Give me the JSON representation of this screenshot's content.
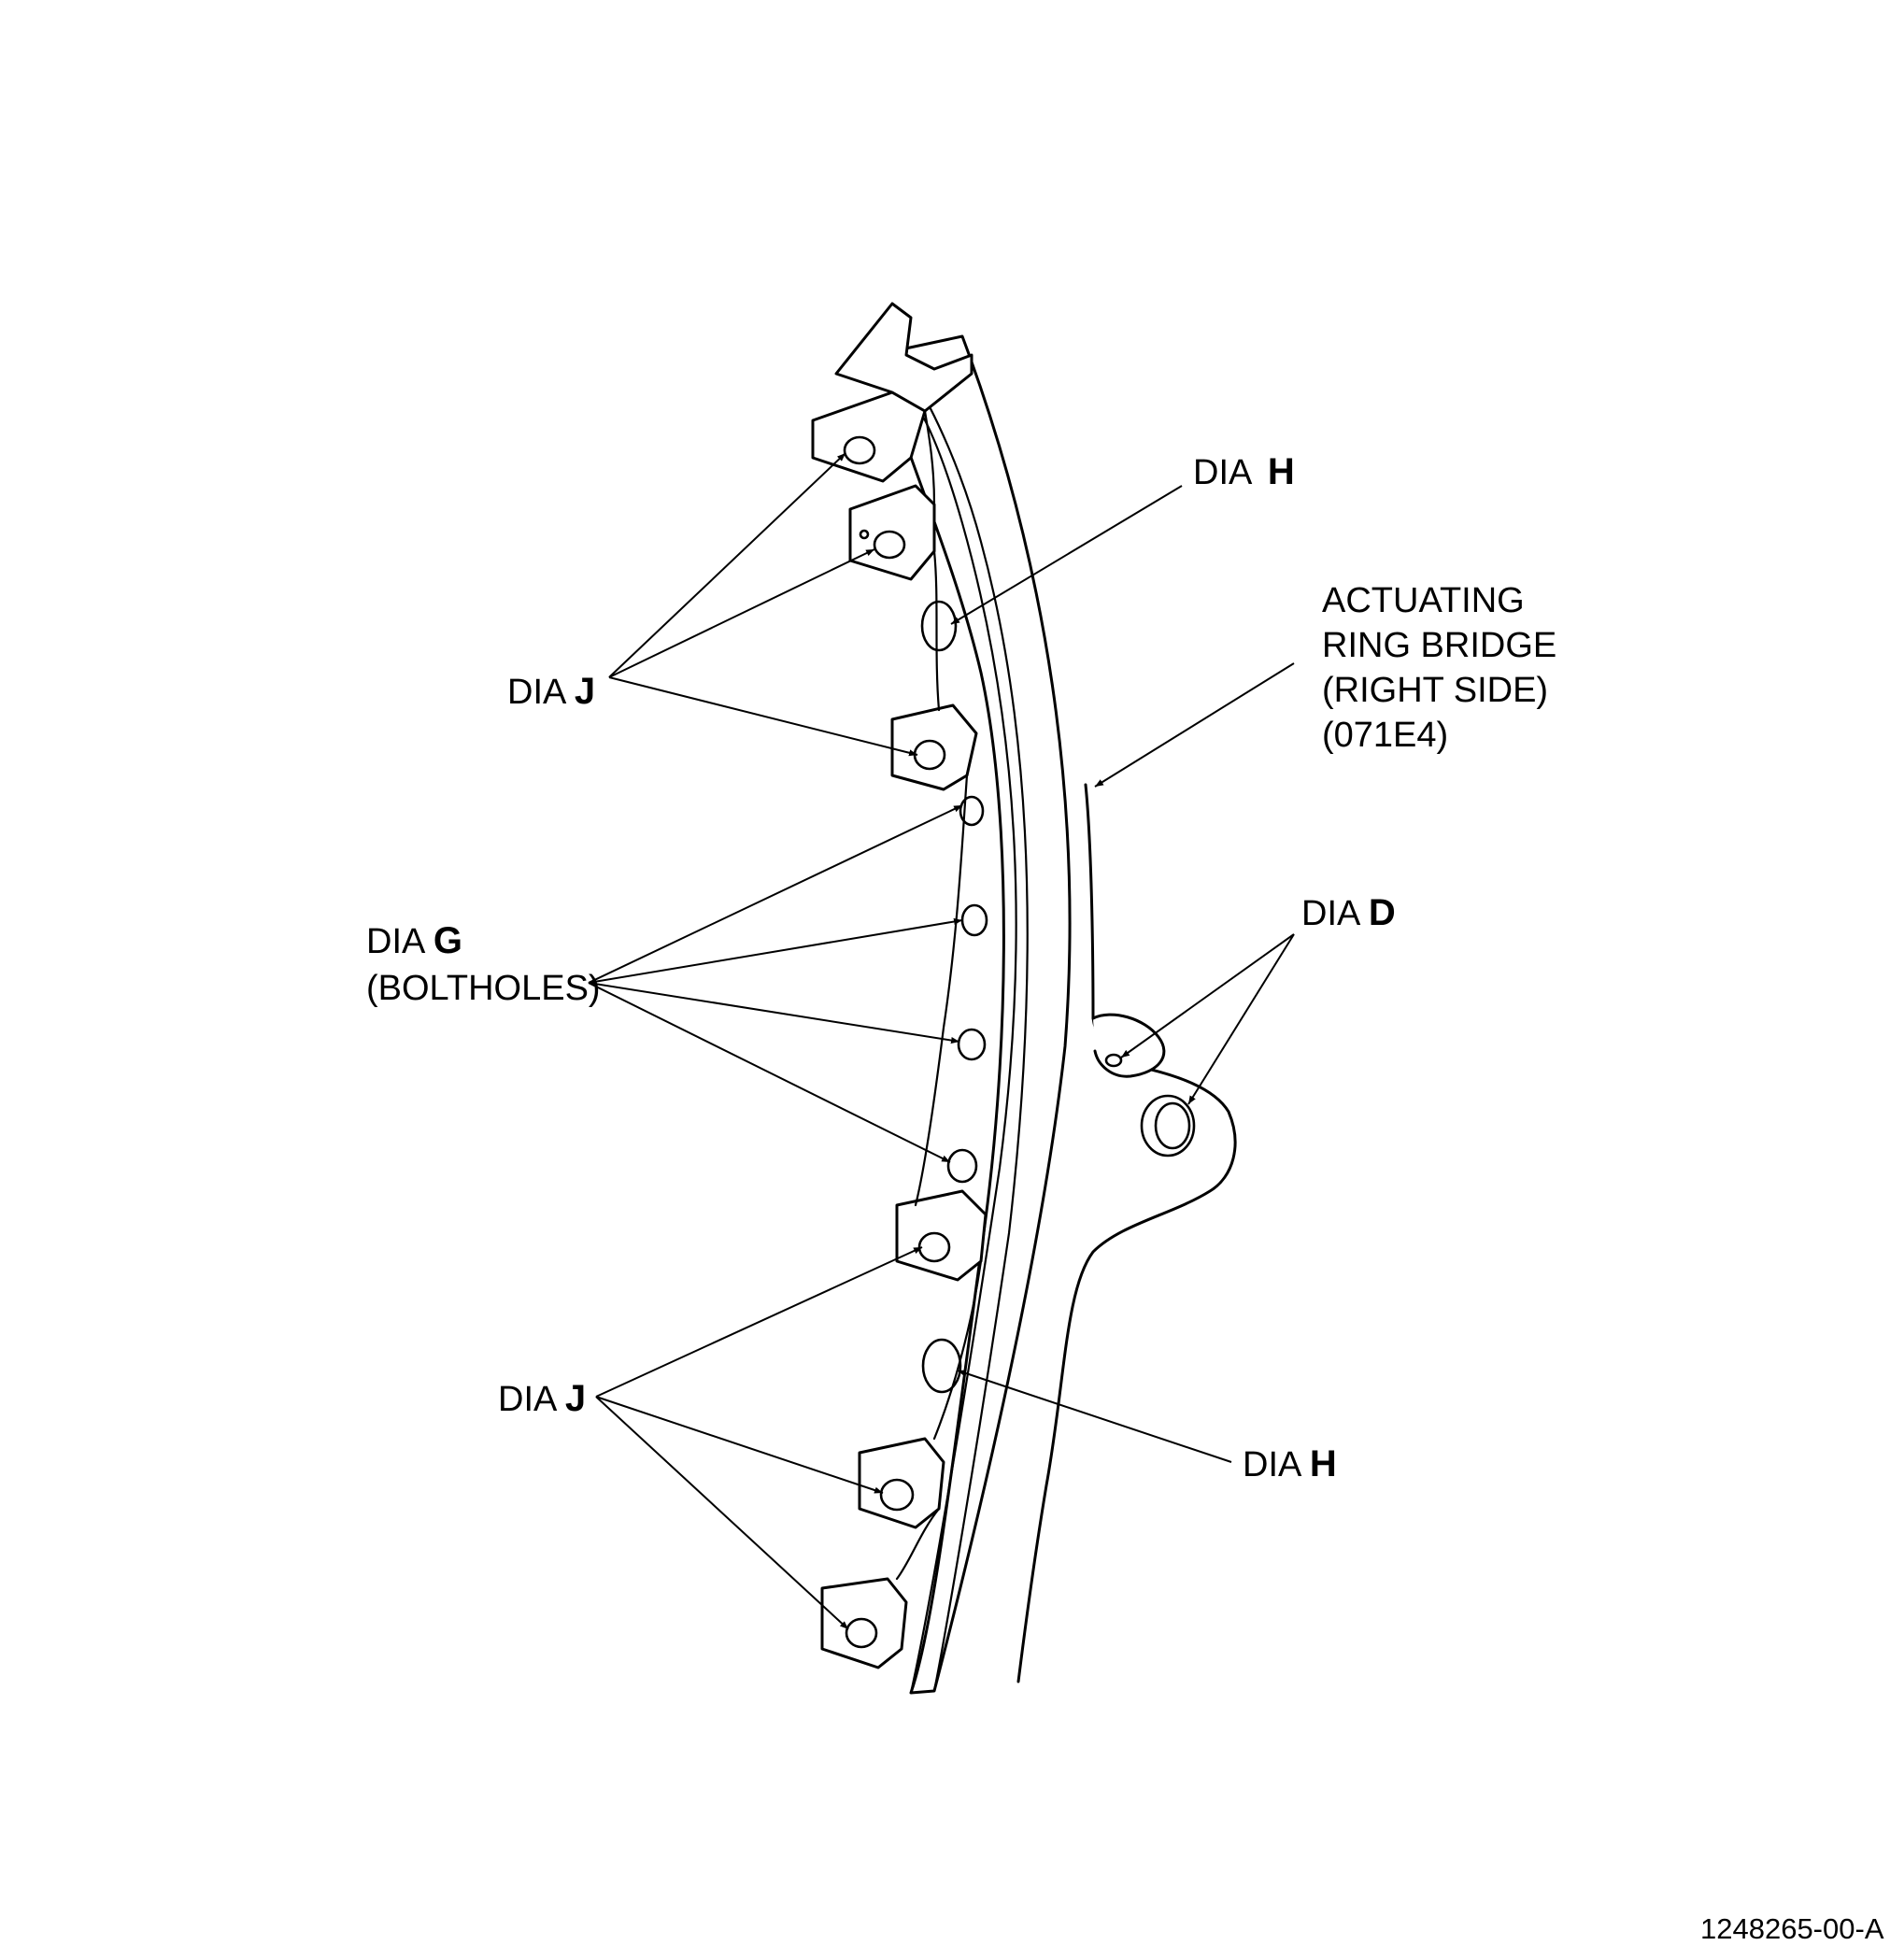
{
  "labels": {
    "dia_prefix": "DIA",
    "h_top": "H",
    "j_upper": "J",
    "g": "G",
    "boltholes": "(BOLTHOLES)",
    "j_lower": "J",
    "h_bottom": "H",
    "d": "D",
    "part_name_line1": "ACTUATING",
    "part_name_line2": "RING BRIDGE",
    "part_name_line3": "(RIGHT SIDE)",
    "part_name_line4": "(071E4)"
  },
  "figure_number": "1248265-00-A"
}
